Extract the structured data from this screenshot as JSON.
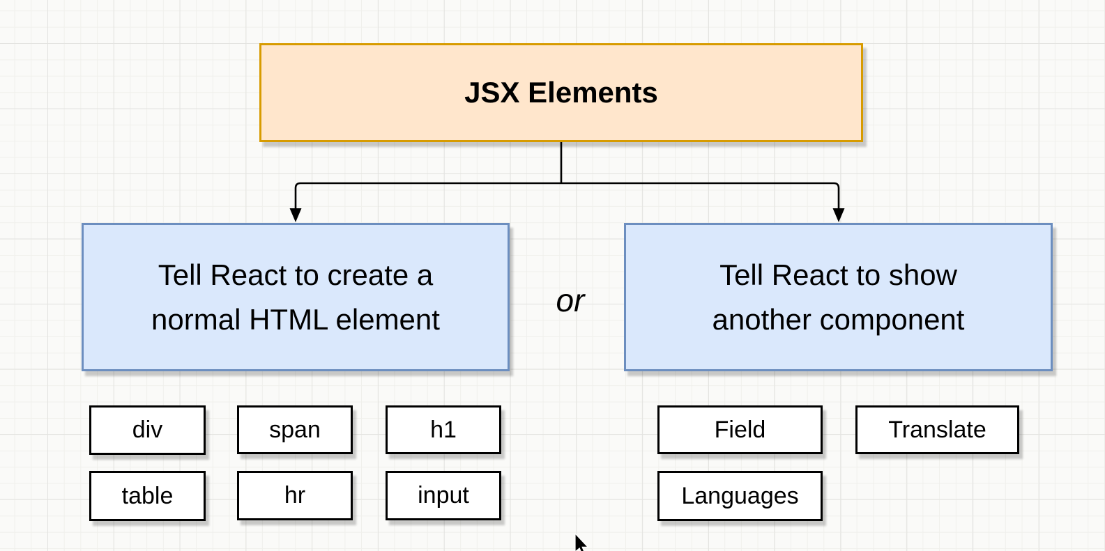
{
  "diagram": {
    "root": {
      "label": "JSX Elements"
    },
    "or_label": "or",
    "left_branch": {
      "label": "Tell React to create a\nnormal HTML element",
      "children": [
        "div",
        "span",
        "h1",
        "table",
        "hr",
        "input"
      ]
    },
    "right_branch": {
      "label": "Tell React to show\nanother component",
      "children": [
        "Field",
        "Translate",
        "Languages"
      ]
    },
    "colors": {
      "canvas_background": "#FAFAF8",
      "grid_minor": "#F0F0EC",
      "grid_major": "#E3E3E0",
      "root_fill": "#FFE6CC",
      "root_stroke": "#D79B00",
      "branch_fill": "#DAE8FC",
      "branch_stroke": "#6C8EBF",
      "leaf_fill": "#FFFFFF",
      "leaf_stroke": "#000000",
      "connector": "#000000",
      "text": "#000000"
    }
  }
}
